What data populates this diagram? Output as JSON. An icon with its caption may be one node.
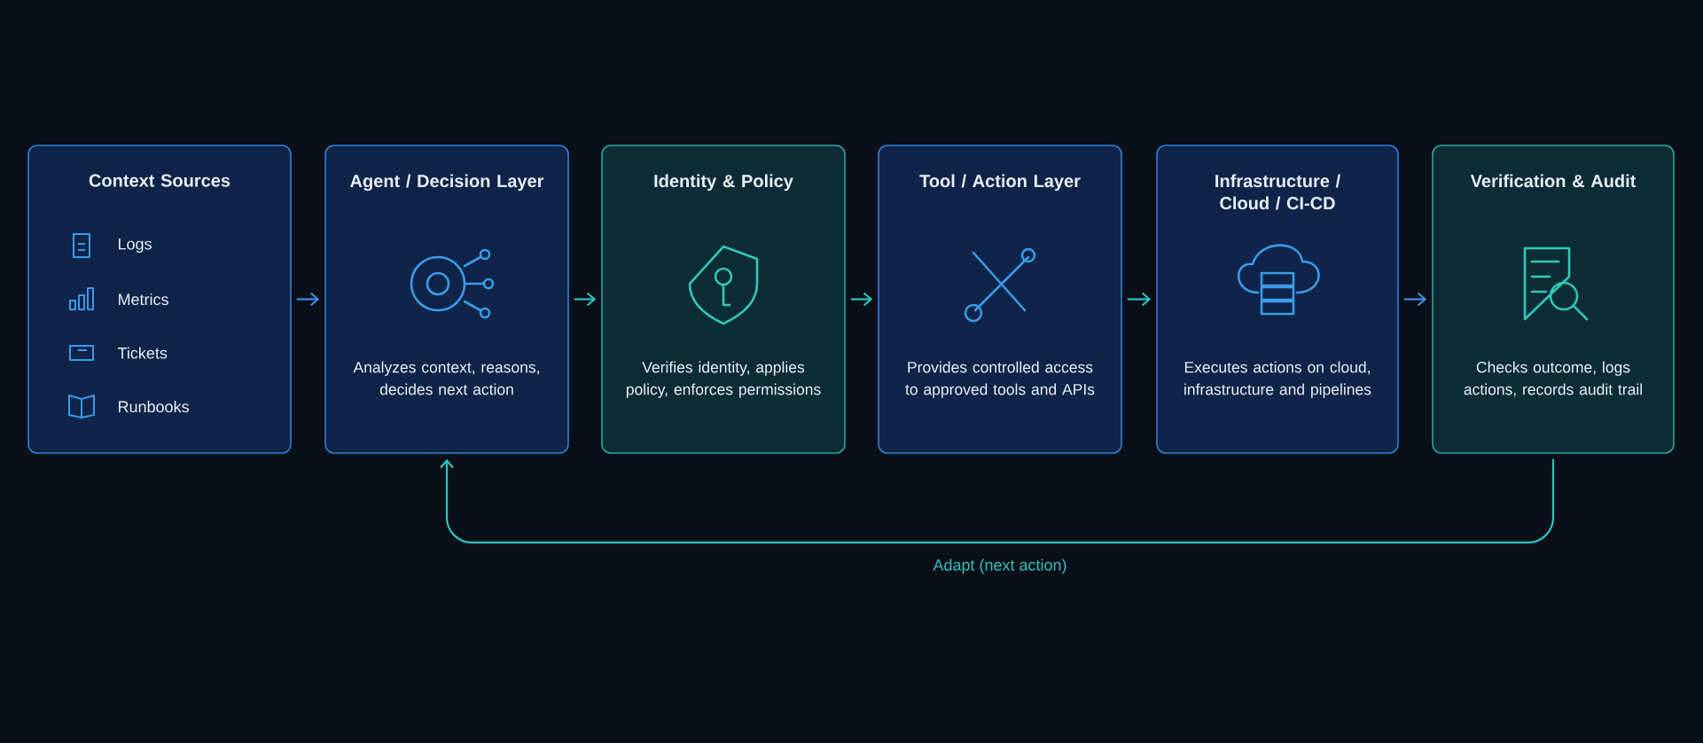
{
  "diagram": {
    "nodes": [
      {
        "text": [
          "Context Sources",
          "Logs",
          "Metrics",
          "Tickets",
          "Runbooks"
        ]
      },
      {
        "text": [
          "Agent / Decision Layer",
          "Analyzes context, reasons, decides next action"
        ]
      },
      {
        "text": [
          "Identity & Policy",
          "Verifies identity, applies policy, enforces permissions"
        ]
      },
      {
        "text": [
          "Tool / Action Layer",
          "Provides controlled access to approved tools and APIs"
        ]
      },
      {
        "text": [
          "Infrastructure / Cloud / CI-CD",
          "Executes actions on cloud, infrastructure and pipelines"
        ]
      },
      {
        "text": [
          "Verification & Audit",
          "Checks outcome, logs actions, records audit trail"
        ]
      }
    ],
    "edges": [
      {
        "from": 0,
        "to": 1,
        "arrow": "to",
        "color": "#3d8fe6"
      },
      {
        "from": 1,
        "to": 2,
        "arrow": "to"
      },
      {
        "from": 2,
        "to": 3,
        "arrow": "to"
      },
      {
        "from": 3,
        "to": 4,
        "arrow": "to"
      },
      {
        "from": 4,
        "to": 5,
        "arrow": "to",
        "color": "#3d8fe6"
      },
      {
        "from": 5,
        "to": 1,
        "arrow": "to",
        "label": "Adapt (next action)"
      }
    ]
  }
}
